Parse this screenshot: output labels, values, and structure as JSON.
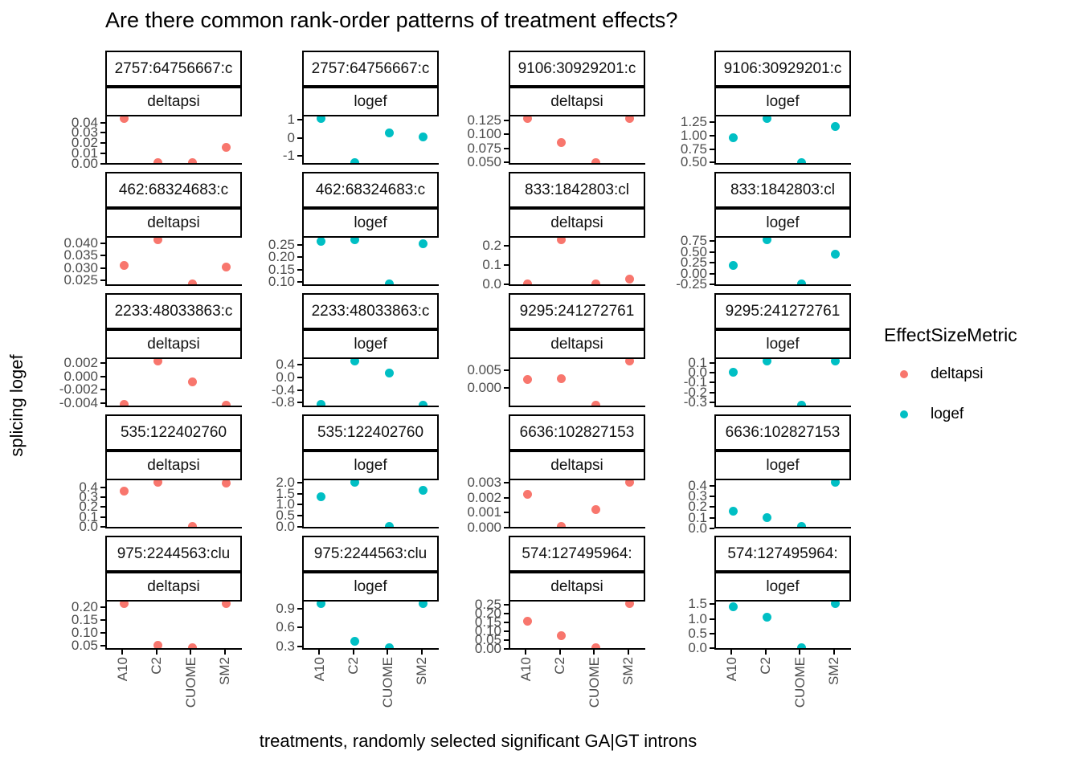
{
  "title": "Are there common rank-order patterns of treatment effects?",
  "x_axis_title": "treatments, randomly selected significant GA|GT introns",
  "y_axis_title": "splicing logef",
  "legend": {
    "title": "EffectSizeMetric",
    "items": [
      {
        "label": "deltapsi",
        "color": "#F8766D"
      },
      {
        "label": "logef",
        "color": "#00BFC4"
      }
    ]
  },
  "colors": {
    "deltapsi": "#F8766D",
    "logef": "#00BFC4",
    "axis_text": "#4d4d4d",
    "axis_line": "#000000"
  },
  "chart_data": {
    "type": "scatter",
    "title": "Are there common rank-order patterns of treatment effects?",
    "xlabel": "treatments, randomly selected significant GA|GT introns",
    "ylabel": "splicing logef",
    "legend_position": "right",
    "grid": false,
    "x_categories": [
      "A10",
      "C2",
      "CUOME",
      "SM2"
    ],
    "facet_layout": {
      "rows": 5,
      "cols": 4,
      "description": "each intron shown as a pair of panels (deltapsi, logef)"
    },
    "facets": [
      {
        "row": 0,
        "col": 0,
        "strip": "2757:64756667:c",
        "metric": "deltapsi",
        "tick_values": [
          0,
          0.01,
          0.02,
          0.03,
          0.04
        ],
        "tick_labels": [
          "0.00",
          "0.01",
          "0.02",
          "0.03",
          "0.04"
        ],
        "values": {
          "A10": 0.044,
          "C2": 0.001,
          "CUOME": 0.001,
          "SM2": 0.016
        }
      },
      {
        "row": 0,
        "col": 1,
        "strip": "2757:64756667:c",
        "metric": "logef",
        "tick_values": [
          -1,
          0,
          1
        ],
        "tick_labels": [
          "-1",
          "0",
          "1"
        ],
        "values": {
          "A10": 1.05,
          "C2": -1.35,
          "CUOME": 0.25,
          "SM2": 0.05
        }
      },
      {
        "row": 0,
        "col": 2,
        "strip": "9106:30929201:c",
        "metric": "deltapsi",
        "tick_values": [
          0.05,
          0.075,
          0.1,
          0.125
        ],
        "tick_labels": [
          "0.050",
          "0.075",
          "0.100",
          "0.125"
        ],
        "values": {
          "A10": 0.128,
          "C2": 0.085,
          "CUOME": 0.05,
          "SM2": 0.128
        }
      },
      {
        "row": 0,
        "col": 3,
        "strip": "9106:30929201:c",
        "metric": "logef",
        "tick_values": [
          0.5,
          0.75,
          1,
          1.25
        ],
        "tick_labels": [
          "0.50",
          "0.75",
          "1.00",
          "1.25"
        ],
        "values": {
          "A10": 0.97,
          "C2": 1.32,
          "CUOME": 0.5,
          "SM2": 1.18
        }
      },
      {
        "row": 1,
        "col": 0,
        "strip": "462:68324683:c",
        "metric": "deltapsi",
        "tick_values": [
          0.025,
          0.03,
          0.035,
          0.04
        ],
        "tick_labels": [
          "0.025",
          "0.030",
          "0.035",
          "0.040"
        ],
        "values": {
          "A10": 0.031,
          "C2": 0.0415,
          "CUOME": 0.0235,
          "SM2": 0.0305
        }
      },
      {
        "row": 1,
        "col": 1,
        "strip": "462:68324683:c",
        "metric": "logef",
        "tick_values": [
          0.1,
          0.15,
          0.2,
          0.25
        ],
        "tick_labels": [
          "0.10",
          "0.15",
          "0.20",
          "0.25"
        ],
        "values": {
          "A10": 0.263,
          "C2": 0.27,
          "CUOME": 0.093,
          "SM2": 0.253
        }
      },
      {
        "row": 1,
        "col": 2,
        "strip": "833:1842803:cl",
        "metric": "deltapsi",
        "tick_values": [
          0,
          0.1,
          0.2
        ],
        "tick_labels": [
          "0.0",
          "0.1",
          "0.2"
        ],
        "values": {
          "A10": 0.002,
          "C2": 0.232,
          "CUOME": 0.002,
          "SM2": 0.028
        }
      },
      {
        "row": 1,
        "col": 3,
        "strip": "833:1842803:cl",
        "metric": "logef",
        "tick_values": [
          -0.25,
          0,
          0.25,
          0.5,
          0.75
        ],
        "tick_labels": [
          "-0.25",
          "0.00",
          "0.25",
          "0.50",
          "0.75"
        ],
        "values": {
          "A10": 0.2,
          "C2": 0.78,
          "CUOME": -0.23,
          "SM2": 0.46
        }
      },
      {
        "row": 2,
        "col": 0,
        "strip": "2233:48033863:c",
        "metric": "deltapsi",
        "tick_values": [
          -0.004,
          -0.002,
          0,
          0.002
        ],
        "tick_labels": [
          "-0.004",
          "-0.002",
          "0.000",
          "0.002"
        ],
        "values": {
          "A10": -0.0042,
          "C2": 0.0023,
          "CUOME": -0.0008,
          "SM2": -0.0043
        }
      },
      {
        "row": 2,
        "col": 1,
        "strip": "2233:48033863:c",
        "metric": "logef",
        "tick_values": [
          -0.8,
          -0.4,
          0,
          0.4
        ],
        "tick_labels": [
          "-0.8",
          "-0.4",
          "0.0",
          "0.4"
        ],
        "values": {
          "A10": -0.85,
          "C2": 0.5,
          "CUOME": 0.13,
          "SM2": -0.87
        }
      },
      {
        "row": 2,
        "col": 2,
        "strip": "9295:241272761",
        "metric": "deltapsi",
        "tick_values": [
          0,
          0.005
        ],
        "tick_labels": [
          "0.000",
          "0.005"
        ],
        "values": {
          "A10": 0.0023,
          "C2": 0.0027,
          "CUOME": -0.005,
          "SM2": 0.0077
        }
      },
      {
        "row": 2,
        "col": 3,
        "strip": "9295:241272761",
        "metric": "logef",
        "tick_values": [
          -0.3,
          -0.2,
          -0.1,
          0,
          0.1
        ],
        "tick_labels": [
          "-0.3",
          "-0.2",
          "-0.1",
          "0.0",
          "0.1"
        ],
        "values": {
          "A10": 0.01,
          "C2": 0.12,
          "CUOME": -0.33,
          "SM2": 0.12
        }
      },
      {
        "row": 3,
        "col": 0,
        "strip": "535:122402760",
        "metric": "deltapsi",
        "tick_values": [
          0,
          0.1,
          0.2,
          0.3,
          0.4
        ],
        "tick_labels": [
          "0.0",
          "0.1",
          "0.2",
          "0.3",
          "0.4"
        ],
        "values": {
          "A10": 0.36,
          "C2": 0.45,
          "CUOME": 0.005,
          "SM2": 0.44
        }
      },
      {
        "row": 3,
        "col": 1,
        "strip": "535:122402760",
        "metric": "logef",
        "tick_values": [
          0,
          0.5,
          1,
          1.5,
          2
        ],
        "tick_labels": [
          "0.0",
          "0.5",
          "1.0",
          "1.5",
          "2.0"
        ],
        "values": {
          "A10": 1.35,
          "C2": 2.0,
          "CUOME": 0.02,
          "SM2": 1.65
        }
      },
      {
        "row": 3,
        "col": 2,
        "strip": "6636:102827153",
        "metric": "deltapsi",
        "tick_values": [
          0,
          0.001,
          0.002,
          0.003
        ],
        "tick_labels": [
          "0.000",
          "0.001",
          "0.002",
          "0.003"
        ],
        "values": {
          "A10": 0.0022,
          "C2": 0.0001,
          "CUOME": 0.0012,
          "SM2": 0.003
        }
      },
      {
        "row": 3,
        "col": 3,
        "strip": "6636:102827153",
        "metric": "logef",
        "tick_values": [
          0,
          0.1,
          0.2,
          0.3,
          0.4
        ],
        "tick_labels": [
          "0.0",
          "0.1",
          "0.2",
          "0.3",
          "0.4"
        ],
        "values": {
          "A10": 0.16,
          "C2": 0.1,
          "CUOME": 0.02,
          "SM2": 0.43
        }
      },
      {
        "row": 4,
        "col": 0,
        "strip": "975:2244563:clu",
        "metric": "deltapsi",
        "tick_values": [
          0.05,
          0.1,
          0.15,
          0.2
        ],
        "tick_labels": [
          "0.05",
          "0.10",
          "0.15",
          "0.20"
        ],
        "values": {
          "A10": 0.215,
          "C2": 0.052,
          "CUOME": 0.042,
          "SM2": 0.215
        }
      },
      {
        "row": 4,
        "col": 1,
        "strip": "975:2244563:clu",
        "metric": "logef",
        "tick_values": [
          0.3,
          0.6,
          0.9
        ],
        "tick_labels": [
          "0.3",
          "0.6",
          "0.9"
        ],
        "values": {
          "A10": 0.98,
          "C2": 0.38,
          "CUOME": 0.28,
          "SM2": 0.98
        }
      },
      {
        "row": 4,
        "col": 2,
        "strip": "574:127495964:",
        "metric": "deltapsi",
        "tick_values": [
          0,
          0.05,
          0.1,
          0.15,
          0.2,
          0.25
        ],
        "tick_labels": [
          "0.00",
          "0.05",
          "0.10",
          "0.15",
          "0.20",
          "0.25"
        ],
        "values": {
          "A10": 0.155,
          "C2": 0.075,
          "CUOME": 0.01,
          "SM2": 0.255
        }
      },
      {
        "row": 4,
        "col": 3,
        "strip": "574:127495964:",
        "metric": "logef",
        "tick_values": [
          0,
          0.5,
          1,
          1.5
        ],
        "tick_labels": [
          "0.0",
          "0.5",
          "1.0",
          "1.5"
        ],
        "values": {
          "A10": 1.42,
          "C2": 1.05,
          "CUOME": 0.02,
          "SM2": 1.52
        }
      }
    ]
  }
}
